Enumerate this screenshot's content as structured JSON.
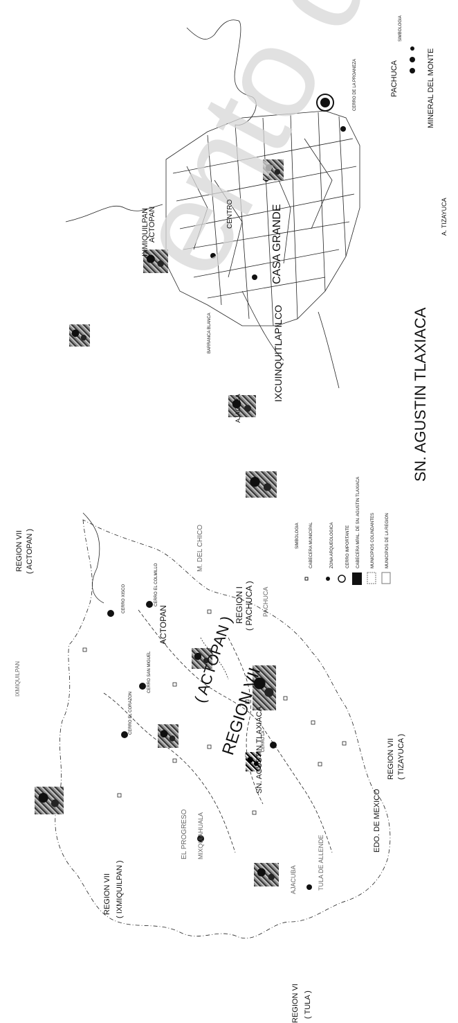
{
  "watermark": "ento digitaliz",
  "upper_map": {
    "labels": {
      "mineral_del_monte": "MINERAL DEL MONTE",
      "pachuca": "PACHUCA",
      "cerro_proaneza": "CERRO DE LA PROANEZA",
      "ixmiquilpan": "IXMIQUILPAN",
      "actopan": "ACTOPAN",
      "ixcuinquitlapilco": "IXCUINQUITLAPILCO",
      "sn_agustin_tlaxiaca": "SN. AGUSTIN TLAXIACA",
      "a_tizayuca": "A. TIZAYUCA",
      "ajacuba": "AJACUBA",
      "centro": "CENTRO",
      "casa_grande": "CASA GRANDE",
      "barranca": "BARRANCA BLANCA",
      "simbologia": "SIMBOLOGIA"
    }
  },
  "lower_map": {
    "labels": {
      "region_vii_actopan_1": "REGION VII",
      "region_vii_actopan_2": "( ACTOPAN )",
      "ixmiquilpan": "IXMIQUILPAN",
      "cerro_xisco": "CERRO XISCO",
      "cerro_colmilo": "CERRO EL COLMILLO",
      "cerro_sanmiguel": "CERRO SAN MIGUEL",
      "actopan": "ACTOPAN",
      "cerro_corazon": "CERRO EL CORAZON",
      "region_vii_ixmiquilpan_1": "REGION VII",
      "region_vii_ixmiquilpan_2": "( IXMIQUILPAN )",
      "el_progreso": "EL PROGRESO",
      "mixquiahuala": "MIXQUIAHUALA",
      "region_vi_tula_1": "REGION VI",
      "region_vi_tula_2": "( TULA )",
      "tula_allende": "TULA DE ALLENDE",
      "ajacuba": "AJACUBA",
      "edo_mexico": "EDO. DE MEXICO",
      "region_vii_tizayuca_1": "REGION VII",
      "region_vii_tizayuca_2": "( TIZAYUCA )",
      "sn_agustin_tlaxiaca": "SN. AGUSTIN TLAXIACA",
      "cerro_la": "CERRO LA",
      "region_vii_center_1": "REGION VII",
      "region_vii_center_2": "( ACTOPAN )",
      "region_i_1": "REGION I",
      "region_i_2": "( PACHUCA )",
      "pachuca": "PACHUCA",
      "mineral_del_chico": "M. DEL CHICO",
      "simbologia": "SIMBOLOGIA"
    },
    "legend": [
      "CABECERA MUNICIPAL",
      "ZONA ARQUEOLOGICA",
      "CERRO IMPORTANTE",
      "CABECERA MPAL. DE SN. AGUSTIN TLAXIACA",
      "MUNICIPIOS COLINDANTES",
      "MUNICIPIOS DE LA REGION"
    ]
  },
  "colors": {
    "ink": "#111111",
    "watermark": "#d8d8d8",
    "road": "#333333"
  }
}
